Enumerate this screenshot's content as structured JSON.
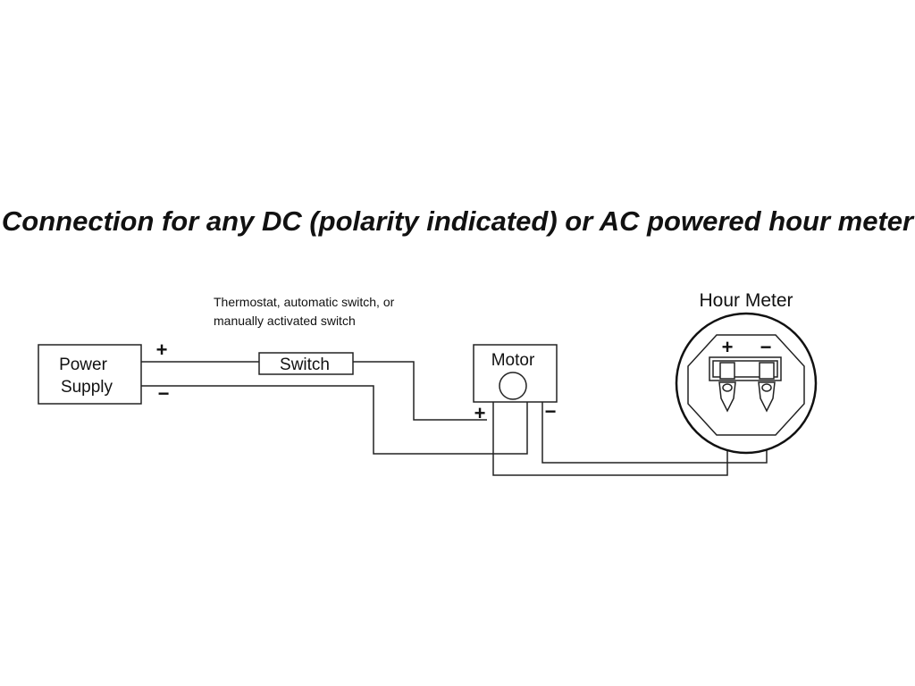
{
  "title": "Connection for any DC (polarity indicated) or AC powered hour meter",
  "power_supply": {
    "line1": "Power",
    "line2": "Supply",
    "plus": "+",
    "minus": "−"
  },
  "switch": {
    "label": "Switch",
    "note_line1": "Thermostat, automatic switch, or",
    "note_line2": "manually activated switch"
  },
  "motor": {
    "label": "Motor",
    "plus": "+",
    "minus": "−"
  },
  "hour_meter": {
    "label": "Hour Meter",
    "plus": "+",
    "minus": "−"
  },
  "colors": {
    "line": "#222222",
    "text": "#111111",
    "background": "#ffffff"
  }
}
